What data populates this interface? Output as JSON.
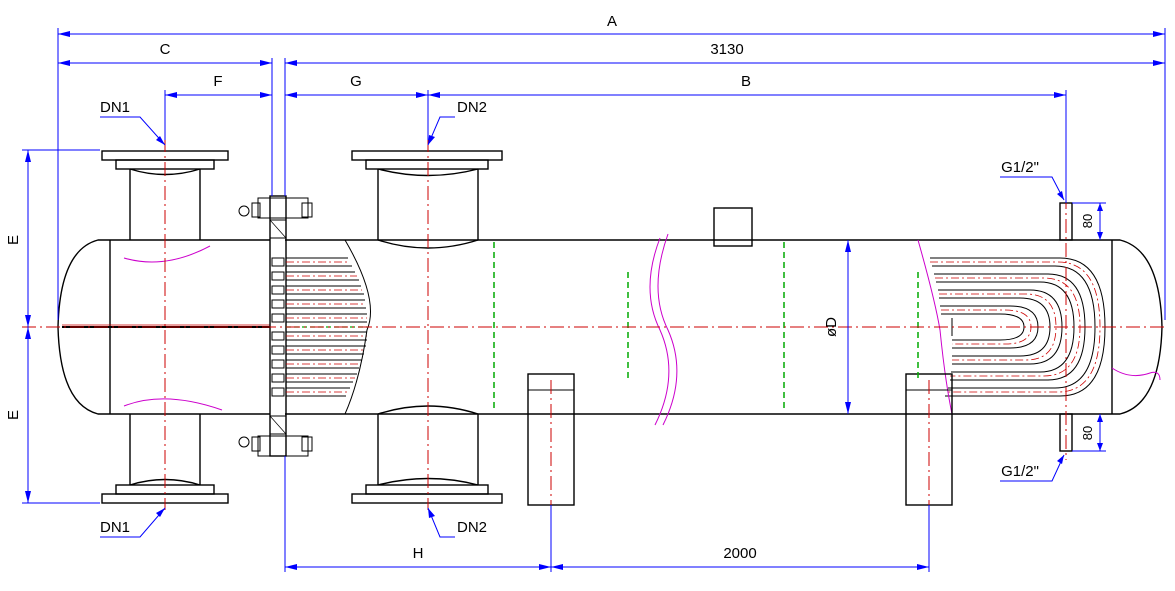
{
  "dimensions": {
    "overall_length_label": "A",
    "overall_length_value": "3130",
    "left_end_label": "C",
    "nozzle_offset_label": "F",
    "nozzle_spacing_label": "G",
    "tube_length_label": "B",
    "support_offset_label": "H",
    "support_spacing_value": "2000",
    "height_upper_label": "E",
    "height_lower_label": "E",
    "diameter_label": "øD",
    "vent_height_upper": "80",
    "vent_height_lower": "80"
  },
  "nozzles": {
    "dn1_top": "DN1",
    "dn1_bottom": "DN1",
    "dn2_top": "DN2",
    "dn2_bottom": "DN2",
    "vent_top": "G1/2\"",
    "drain_bottom": "G1/2\""
  },
  "colors": {
    "outline": "#000000",
    "dimension": "#0000ff",
    "centerline": "#cc0000",
    "baffle": "#00aa00",
    "break": "#cc00cc"
  }
}
